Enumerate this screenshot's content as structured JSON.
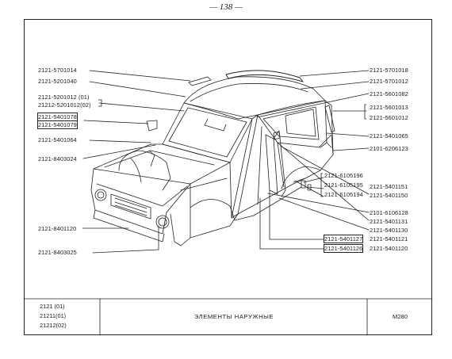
{
  "page_number": "— 138 —",
  "labels_left": [
    {
      "text": "2121-5701014"
    },
    {
      "text": "2121-5201040"
    },
    {
      "text": "2121-5201012 (01)"
    },
    {
      "text": "21212-5201012(02)"
    },
    {
      "text": "2121-5401078"
    },
    {
      "text": "2121-5401079"
    },
    {
      "text": "2121-5401064"
    },
    {
      "text": "2121-8403024"
    },
    {
      "text": "2121-8401120"
    },
    {
      "text": "2121-8403025"
    }
  ],
  "labels_right": [
    {
      "text": "2121-5701018"
    },
    {
      "text": "2121-5701012"
    },
    {
      "text": "2121-5601082"
    },
    {
      "text": "2121-5601013"
    },
    {
      "text": "2121-5601012"
    },
    {
      "text": "2121-5401065"
    },
    {
      "text": "2101-6206123"
    },
    {
      "text": "2121-6105196"
    },
    {
      "text": "2121-6105195"
    },
    {
      "text": "2121-6105194"
    },
    {
      "text": "2121-5401151"
    },
    {
      "text": "2121-5401150"
    },
    {
      "text": "2101-6106128"
    },
    {
      "text": "2121-5401131"
    },
    {
      "text": "2121-5401130"
    },
    {
      "text": "2121-5401127"
    },
    {
      "text": "2121-5401121"
    },
    {
      "text": "2121-5401126"
    },
    {
      "text": "2121-5401120"
    }
  ],
  "footer": {
    "models": [
      "2121 (01)",
      "21211(01)",
      "21212(02)"
    ],
    "title": "ЭЛЕМЕНТЫ НАРУЖНЫЕ",
    "sheet": "М280"
  }
}
